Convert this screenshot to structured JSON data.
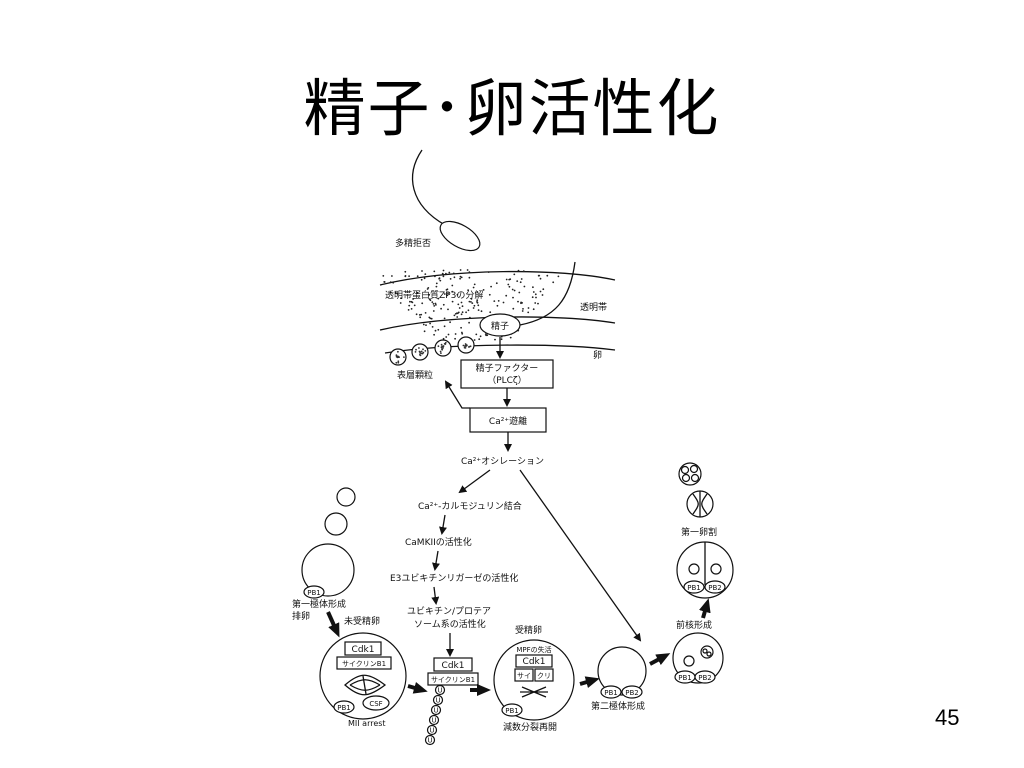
{
  "slide": {
    "title": "精子･卵活性化",
    "page_number": "45"
  },
  "diagram": {
    "labels": {
      "polyspermy_block": "多精拒否",
      "zp3_degradation": "透明帯蛋白質ZP3の分解",
      "zona_pellucida": "透明帯",
      "sperm": "精子",
      "egg": "卵",
      "cortical_granules": "表層顆粒",
      "sperm_factor_line1": "精子ファクター",
      "sperm_factor_line2": "（PLCζ）",
      "ca_release": "Ca²⁺遊離",
      "ca_oscillation": "Ca²⁺オシレーション",
      "ca_calmodulin": "Ca²⁺-カルモジュリン結合",
      "camkii": "CaMKIIの活性化",
      "e3_ligase": "E3ユビキチンリガーゼの活性化",
      "ubiquitin_line1": "ユビキチン/プロテア",
      "ubiquitin_line2": "ソーム系の活性化",
      "first_polar_body": "第一極体形成",
      "ovulation": "排卵",
      "unfertilized_egg": "未受精卵",
      "fertilized_egg": "受精卵",
      "mpf_loss": "MPFの失活",
      "cdk1": "Cdk1",
      "cyclin_b1": "サイクリンB1",
      "cyclin_fragment_1": "サイ",
      "cyclin_fragment_2": "クリ",
      "csf": "CSF",
      "mii_arrest": "MII arrest",
      "pb1": "PB1",
      "pb2": "PB2",
      "meiosis_resume": "減数分裂再開",
      "second_polar_body": "第二極体形成",
      "pronucleus": "前核形成",
      "first_cleavage": "第一卵割",
      "ubiquitin_tag": "U"
    }
  }
}
